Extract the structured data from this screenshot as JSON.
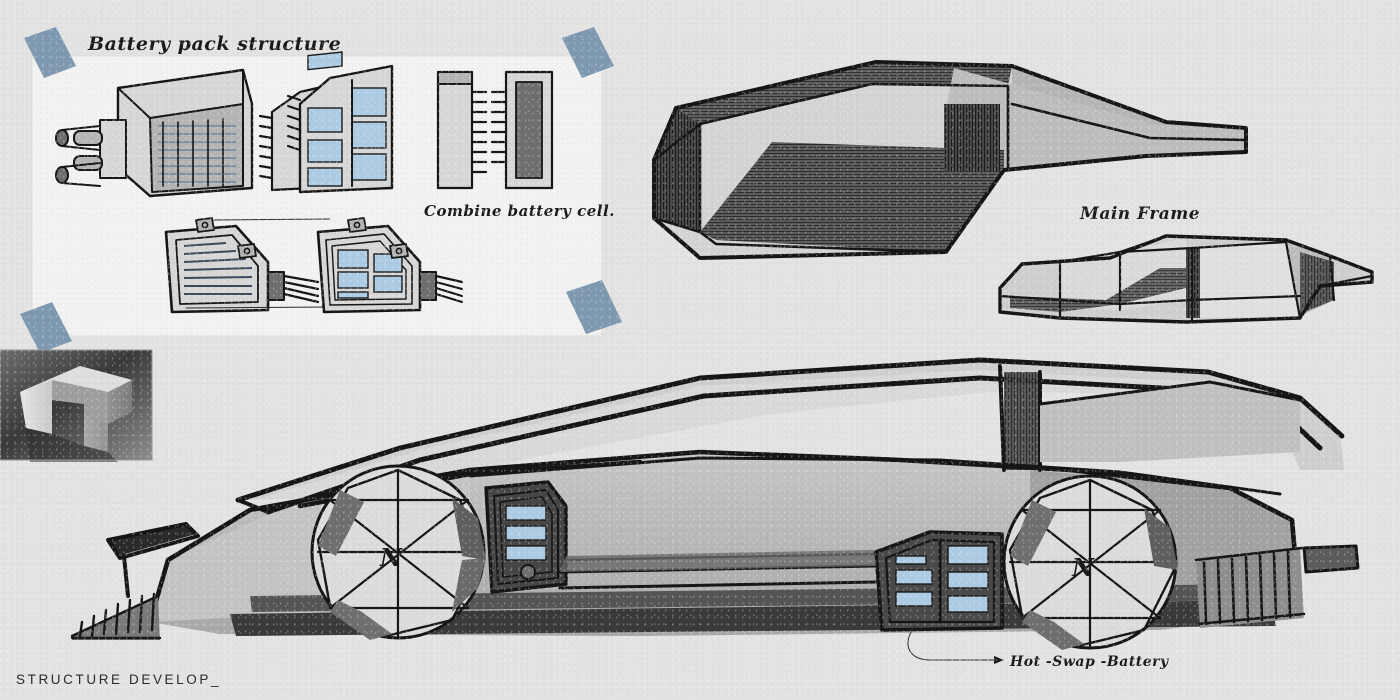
{
  "sheet": {
    "title": "STRUCTURE DEVELOP_",
    "background_color": "#e3e3e3",
    "panel_color": "#f2f2f2",
    "ink_color": "#161616",
    "cell_accent_color": "#aecbe4",
    "tape_color": "#7f99b0"
  },
  "footer": {
    "label": "STRUCTURE DEVELOP_"
  },
  "annotations": {
    "battery_panel_title": "Battery pack structure",
    "combine_caption": "Combine battery cell.",
    "main_frame_label": "Main Frame",
    "hot_swap_label": "Hot -Swap -Battery"
  },
  "panels": {
    "battery_panel": {
      "name": "battery-pack-structure-panel",
      "title": "Battery pack structure",
      "caption": "Combine battery cell.",
      "tape_count": 4,
      "sketches": [
        {
          "name": "battery-module-exploded",
          "description": "battery pack housing with finned cell stack and twin connector pins"
        },
        {
          "name": "combined-battery-modules",
          "description": "two stacked battery modules with blue cells and pin headers"
        },
        {
          "name": "battery-cell-pair",
          "description": "single cell plate and terminal block pair"
        },
        {
          "name": "battery-pack-finned",
          "description": "trapezoid pack with cooling fins, mounting tabs and cable bundle"
        },
        {
          "name": "battery-pack-celled",
          "description": "trapezoid pack with six blue cells, mounting tabs and cable bundle"
        }
      ]
    },
    "reference_photo": {
      "name": "material-reference-photo",
      "description": "grayscale photo of folded sheet-metal form"
    },
    "frame_studies": [
      {
        "name": "main-frame-loop",
        "label": "Main Frame",
        "description": "hollow angular chassis loop in perspective"
      },
      {
        "name": "spaceframe-side",
        "label": "",
        "description": "full spaceframe chassis side perspective"
      }
    ],
    "main_render": {
      "name": "vehicle-side-view",
      "description": "wedge concept car side elevation with exposed hot-swap battery modules",
      "callout": "Hot -Swap -Battery",
      "wheel_logo": "N",
      "wheel_count": 2
    }
  },
  "icons": {
    "wheel_logo_icon": "n-monogram-icon",
    "arrow_icon": "leader-arrow-icon",
    "tape_icon": "masking-tape-icon"
  }
}
